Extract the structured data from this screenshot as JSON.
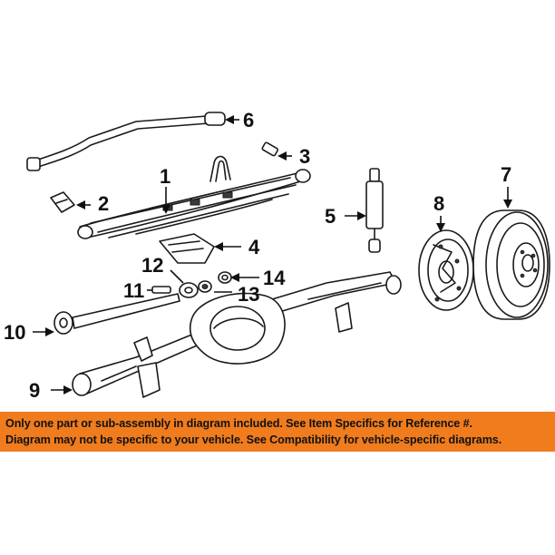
{
  "diagram": {
    "callouts": [
      "1",
      "2",
      "3",
      "4",
      "5",
      "6",
      "7",
      "8",
      "9",
      "10",
      "11",
      "12",
      "13",
      "14"
    ]
  },
  "notice": {
    "line1": "Only one part or sub-assembly in diagram included. See Item Specifics for Reference #.",
    "line2": "Diagram may not be specific to your vehicle. See Compatibility for vehicle-specific diagrams.",
    "background_color": "#f07c1e"
  }
}
